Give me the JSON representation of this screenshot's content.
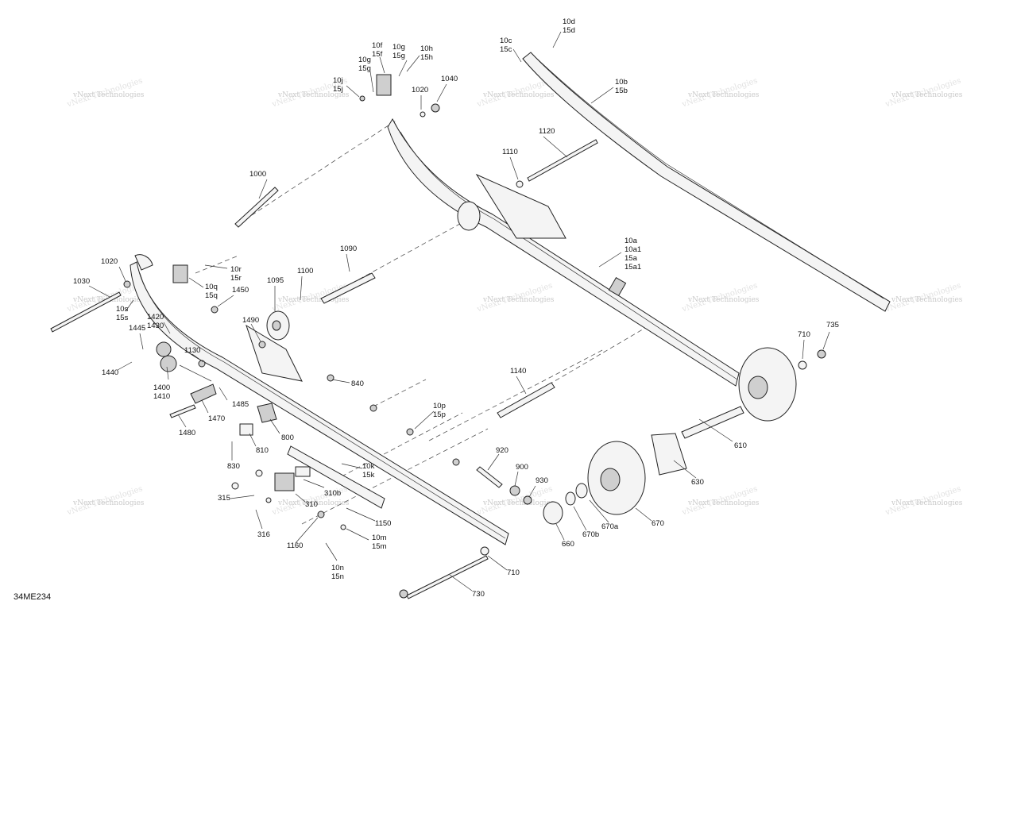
{
  "figure_code": "34ME234",
  "watermark": "vNext Technologies",
  "callouts": [
    {
      "id": "c10d",
      "lines": [
        "10d",
        "15d"
      ]
    },
    {
      "id": "c10c",
      "lines": [
        "10c",
        "15c"
      ]
    },
    {
      "id": "c10f",
      "lines": [
        "10f",
        "15f"
      ]
    },
    {
      "id": "c10g_r",
      "lines": [
        "10g",
        "15g"
      ]
    },
    {
      "id": "c10h",
      "lines": [
        "10h",
        "15h"
      ]
    },
    {
      "id": "c10g_l",
      "lines": [
        "10g",
        "15g"
      ]
    },
    {
      "id": "c10j",
      "lines": [
        "10j",
        "15j"
      ]
    },
    {
      "id": "c1020_top",
      "lines": [
        "1020"
      ]
    },
    {
      "id": "c1040",
      "lines": [
        "1040"
      ]
    },
    {
      "id": "c10b",
      "lines": [
        "10b",
        "15b"
      ]
    },
    {
      "id": "c1120",
      "lines": [
        "1120"
      ]
    },
    {
      "id": "c1110",
      "lines": [
        "1110"
      ]
    },
    {
      "id": "c1000",
      "lines": [
        "1000"
      ]
    },
    {
      "id": "c10a",
      "lines": [
        "10a",
        "10a1",
        "15a",
        "15a1"
      ]
    },
    {
      "id": "c1090",
      "lines": [
        "1090"
      ]
    },
    {
      "id": "c1020_left",
      "lines": [
        "1020"
      ]
    },
    {
      "id": "c10r",
      "lines": [
        "10r",
        "15r"
      ]
    },
    {
      "id": "c1030",
      "lines": [
        "1030"
      ]
    },
    {
      "id": "c10q",
      "lines": [
        "10q",
        "15q"
      ]
    },
    {
      "id": "c1095",
      "lines": [
        "1095"
      ]
    },
    {
      "id": "c1100",
      "lines": [
        "1100"
      ]
    },
    {
      "id": "c1450",
      "lines": [
        "1450"
      ]
    },
    {
      "id": "c10s",
      "lines": [
        "10s",
        "15s"
      ]
    },
    {
      "id": "c1420",
      "lines": [
        "1420",
        "1430"
      ]
    },
    {
      "id": "c1490",
      "lines": [
        "1490"
      ]
    },
    {
      "id": "c1445",
      "lines": [
        "1445"
      ]
    },
    {
      "id": "c1130",
      "lines": [
        "1130"
      ]
    },
    {
      "id": "c710_r",
      "lines": [
        "710"
      ]
    },
    {
      "id": "c735",
      "lines": [
        "735"
      ]
    },
    {
      "id": "c1440",
      "lines": [
        "1440"
      ]
    },
    {
      "id": "c1140",
      "lines": [
        "1140"
      ]
    },
    {
      "id": "c1400",
      "lines": [
        "1400",
        "1410"
      ]
    },
    {
      "id": "c840",
      "lines": [
        "840"
      ]
    },
    {
      "id": "c1485",
      "lines": [
        "1485"
      ]
    },
    {
      "id": "c1470",
      "lines": [
        "1470"
      ]
    },
    {
      "id": "c10p",
      "lines": [
        "10p",
        "15p"
      ]
    },
    {
      "id": "c610",
      "lines": [
        "610"
      ]
    },
    {
      "id": "c1480",
      "lines": [
        "1480"
      ]
    },
    {
      "id": "c800",
      "lines": [
        "800"
      ]
    },
    {
      "id": "c810",
      "lines": [
        "810"
      ]
    },
    {
      "id": "c920",
      "lines": [
        "920"
      ]
    },
    {
      "id": "c830",
      "lines": [
        "830"
      ]
    },
    {
      "id": "c900",
      "lines": [
        "900"
      ]
    },
    {
      "id": "c10k",
      "lines": [
        "10k",
        "15k"
      ]
    },
    {
      "id": "c630",
      "lines": [
        "630"
      ]
    },
    {
      "id": "c930",
      "lines": [
        "930"
      ]
    },
    {
      "id": "c315",
      "lines": [
        "315"
      ]
    },
    {
      "id": "c310b",
      "lines": [
        "310b"
      ]
    },
    {
      "id": "c310",
      "lines": [
        "310"
      ]
    },
    {
      "id": "c670",
      "lines": [
        "670"
      ]
    },
    {
      "id": "c670a",
      "lines": [
        "670a"
      ]
    },
    {
      "id": "c1150",
      "lines": [
        "1150"
      ]
    },
    {
      "id": "c316",
      "lines": [
        "316"
      ]
    },
    {
      "id": "c670b",
      "lines": [
        "670b"
      ]
    },
    {
      "id": "c10m",
      "lines": [
        "10m",
        "15m"
      ]
    },
    {
      "id": "c1160",
      "lines": [
        "1160"
      ]
    },
    {
      "id": "c660",
      "lines": [
        "660"
      ]
    },
    {
      "id": "c710_b",
      "lines": [
        "710"
      ]
    },
    {
      "id": "c10n",
      "lines": [
        "10n",
        "15n"
      ]
    },
    {
      "id": "c730",
      "lines": [
        "730"
      ]
    }
  ]
}
